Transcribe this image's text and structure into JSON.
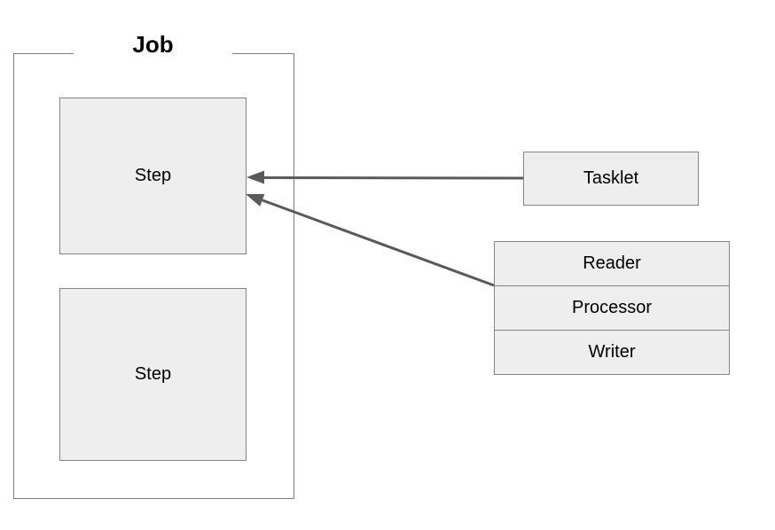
{
  "diagram": {
    "type": "batch-job-structure",
    "job": {
      "label": "Job"
    },
    "steps": [
      {
        "label": "Step"
      },
      {
        "label": "Step"
      }
    ],
    "tasklet": {
      "label": "Tasklet"
    },
    "chunk": {
      "items": [
        {
          "label": "Reader"
        },
        {
          "label": "Processor"
        },
        {
          "label": "Writer"
        }
      ]
    },
    "edges": [
      {
        "from": "tasklet",
        "to": "step-1",
        "style": "arrow"
      },
      {
        "from": "chunk",
        "to": "step-1",
        "style": "arrow"
      }
    ]
  },
  "colors": {
    "background": "#ffffff",
    "box_fill": "#eeeeee",
    "box_border": "#848484",
    "outer_border": "#7f7f7f",
    "arrow": "#5a5a5a",
    "text": "#000000"
  }
}
